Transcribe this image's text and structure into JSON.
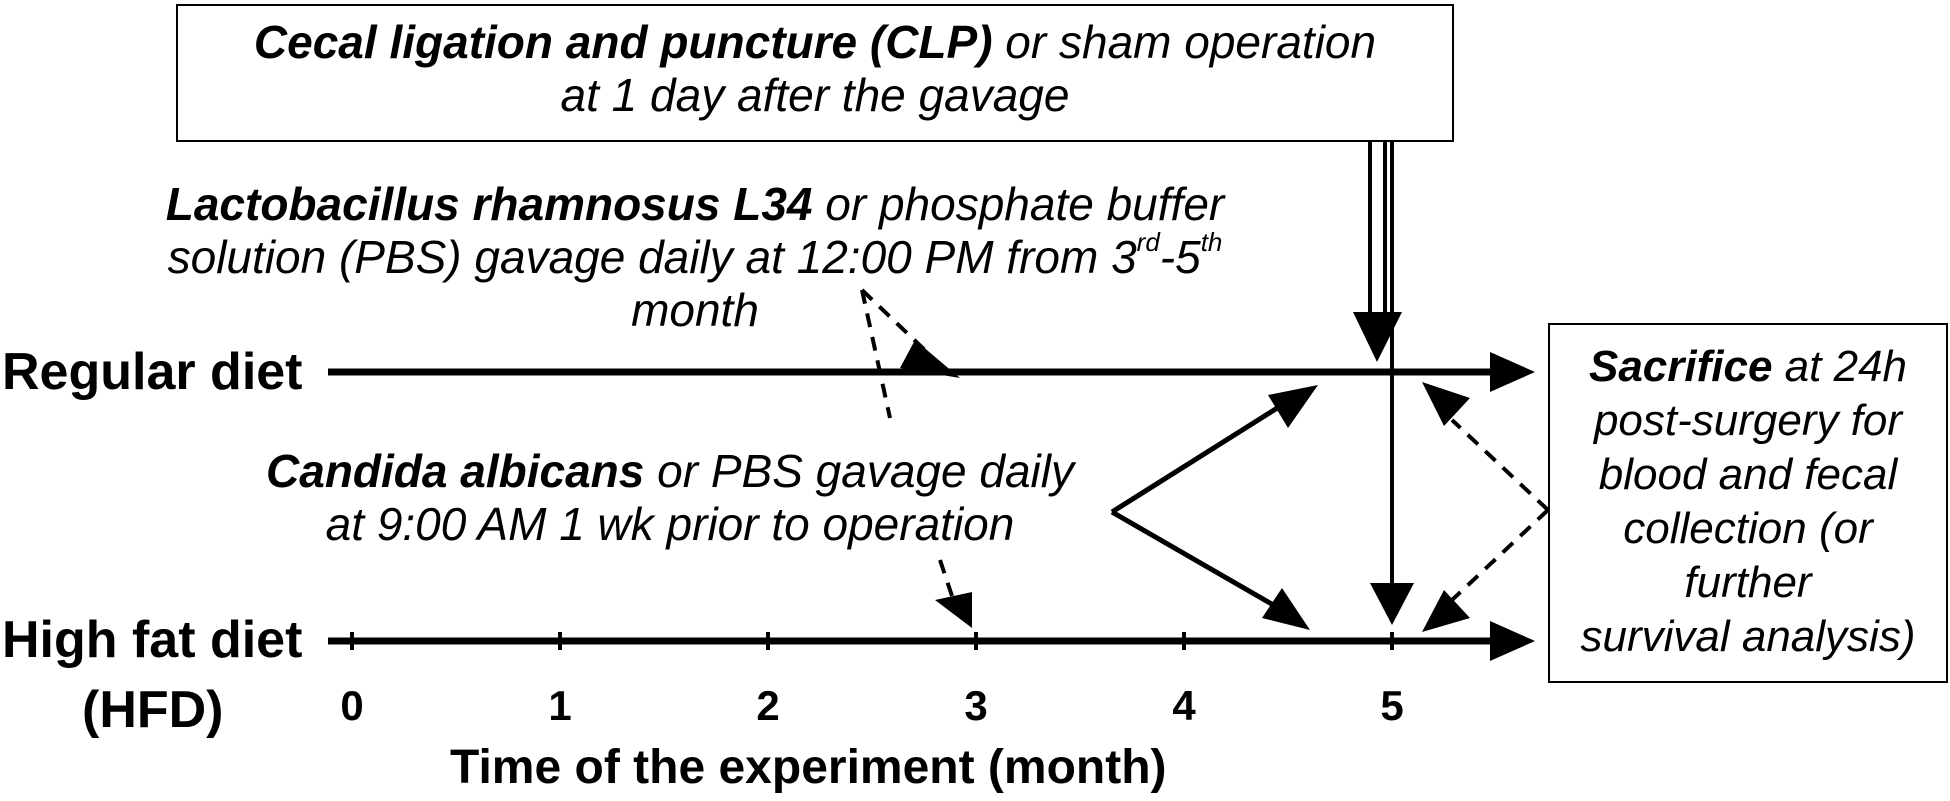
{
  "clp_box": {
    "bold": "Cecal ligation and puncture (CLP)",
    "rest": " or sham operation",
    "line2": "at 1 day after the gavage"
  },
  "lacto": {
    "bold": "Lactobacillus rhamnosus L34",
    "rest": " or phosphate buffer",
    "line2": "solution (PBS) gavage daily at 12:00 PM from 3",
    "sup1": "rd",
    "mid": "-5",
    "sup2": "th",
    "line3": "month"
  },
  "candida": {
    "bold": "Candida albicans",
    "rest": " or PBS gavage daily",
    "line2": "at 9:00 AM 1 wk prior to operation"
  },
  "sacrifice": {
    "bold": "Sacrifice",
    "rest": " at 24h",
    "lines": [
      "post-surgery for",
      "blood and fecal",
      "collection (or",
      "further",
      "survival analysis)"
    ]
  },
  "labels": {
    "regular": "Regular diet",
    "hfd_line1": "High fat diet",
    "hfd_line2": "(HFD)"
  },
  "axis": {
    "ticks": [
      "0",
      "1",
      "2",
      "3",
      "4",
      "5"
    ],
    "title": "Time of the experiment (month)"
  }
}
